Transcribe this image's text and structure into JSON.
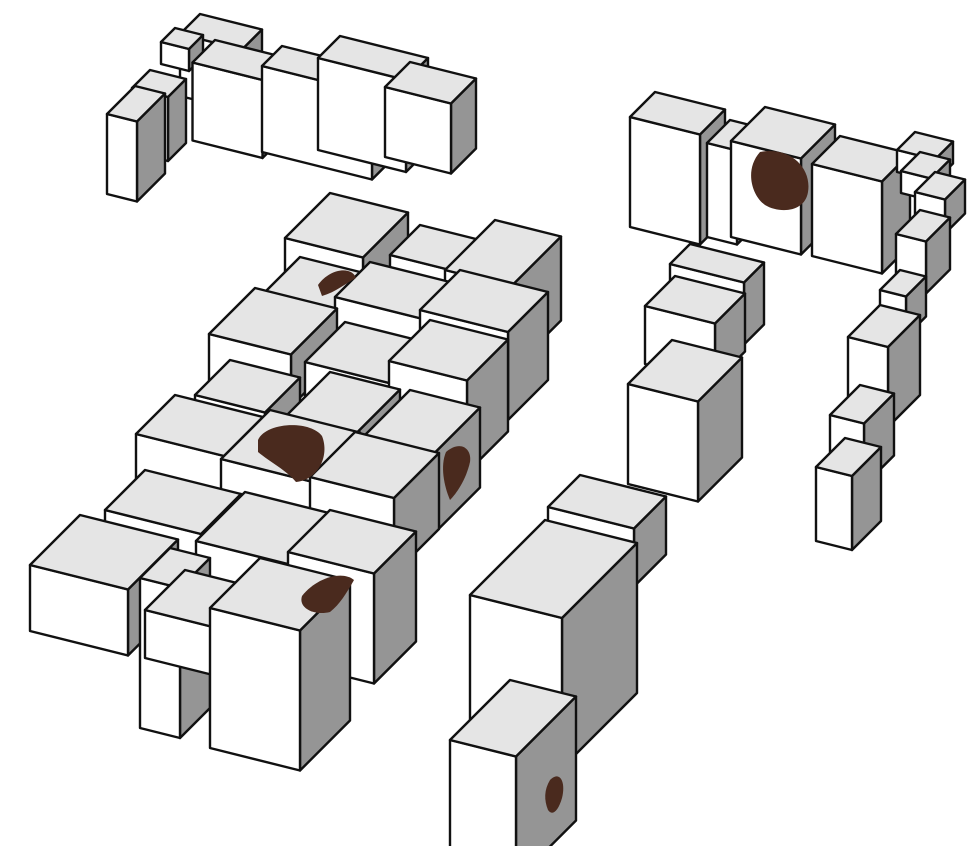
{
  "scene": {
    "subject": "isometric-block-massing-model",
    "colors": {
      "background": "#ffffff",
      "top_face": "#e5e5e5",
      "lit_face": "#ffffff",
      "shade_face": "#959595",
      "edge": "#111111",
      "stain": "#4a2a1e"
    },
    "clusters": [
      "top-left-cluster",
      "main-block-cluster",
      "top-right-cluster",
      "center-right-cluster",
      "far-right-row",
      "bottom-slab-cluster"
    ],
    "stain_count": 6
  }
}
